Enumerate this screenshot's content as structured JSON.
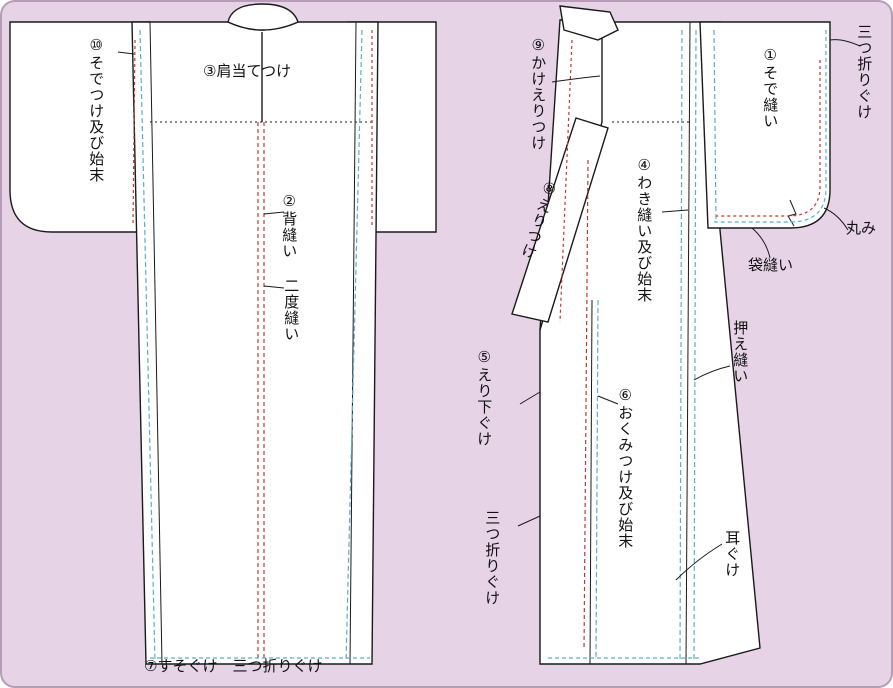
{
  "colors": {
    "background": "#e6d3e6",
    "border": "#b89bb8",
    "garment": "#ffffff",
    "outline": "#1a1a1a",
    "red_stitch": "#c0392b",
    "blue_stitch": "#5ab0c8"
  },
  "labels": {
    "sodetsuke": "⑩そでつけ及び始末",
    "kataate": "③肩当てつけ",
    "senui": "②背縫い",
    "nidonui": "二度縫い",
    "susoguke": "⑦すそぐけ　三つ折りぐけ",
    "kakeeri": "⑨かけえりつけ",
    "eritsuke": "⑧えりつけ",
    "sodenui": "①そで縫い",
    "mitsuori_top": "三つ折りぐけ",
    "maru": "丸み",
    "fukuro": "袋縫い",
    "waki": "④わき縫い及び始末",
    "osae": "押え縫い",
    "erishita": "⑤えり下ぐけ",
    "okumi": "⑥おくみつけ及び始末",
    "mitsuori_bottom": "三つ折りぐけ",
    "mimi": "耳ぐけ"
  }
}
